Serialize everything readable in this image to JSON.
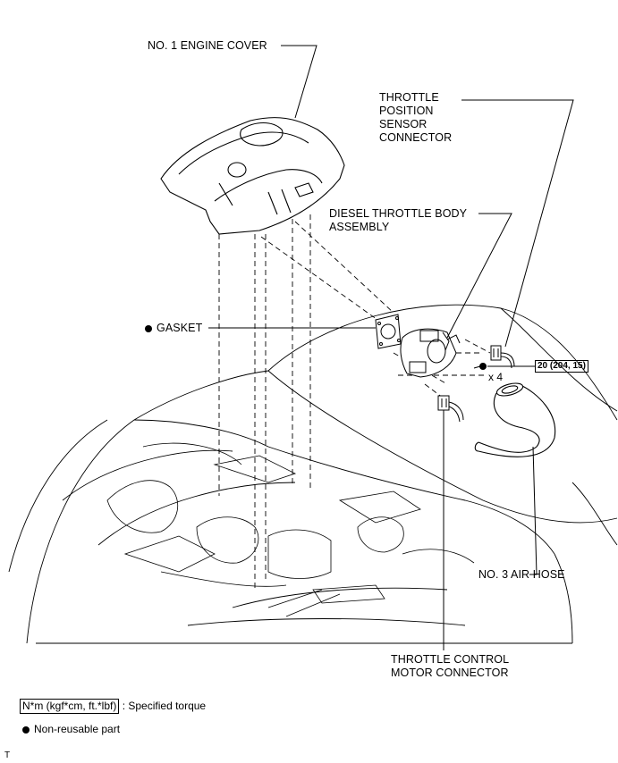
{
  "labels": {
    "engine_cover": "NO. 1 ENGINE COVER",
    "tps_connector": [
      "THROTTLE",
      "POSITION",
      "SENSOR",
      "CONNECTOR"
    ],
    "throttle_body": [
      "DIESEL THROTTLE BODY",
      "ASSEMBLY"
    ],
    "gasket": "GASKET",
    "air_hose": "NO. 3 AIR HOSE",
    "motor_connector": [
      "THROTTLE CONTROL",
      "MOTOR CONNECTOR"
    ]
  },
  "torque_value": "20 (204, 15)",
  "quantity": "x 4",
  "legend": {
    "torque_units": "N*m (kgf*cm, ft.*lbf)",
    "torque_desc": ": Specified torque",
    "nonreusable_desc": "Non-reusable part"
  },
  "corner_mark": "T"
}
